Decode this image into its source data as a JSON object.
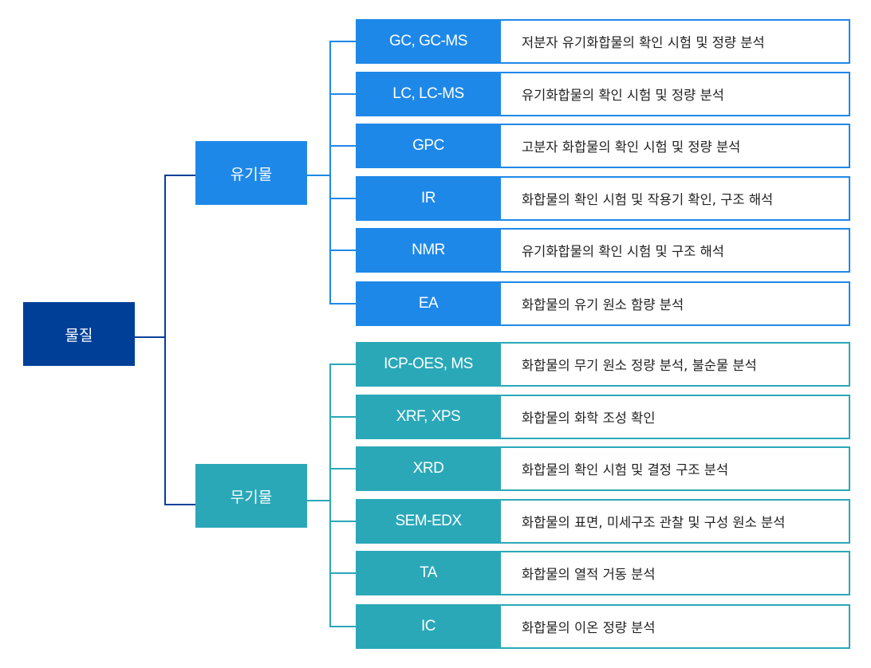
{
  "colors": {
    "root": "#003f98",
    "organic": "#1e88e8",
    "inorganic": "#2aa8b8"
  },
  "root": {
    "label": "물질"
  },
  "groups": [
    {
      "label": "유기물",
      "color_key": "organic",
      "items": [
        {
          "method": "GC, GC-MS",
          "description": "저분자 유기화합물의 확인 시험 및 정량 분석"
        },
        {
          "method": "LC, LC-MS",
          "description": "유기화합물의 확인 시험 및 정량 분석"
        },
        {
          "method": "GPC",
          "description": "고분자 화합물의 확인 시험 및 정량 분석"
        },
        {
          "method": "IR",
          "description": "화합물의 확인 시험 및 작용기 확인, 구조 해석"
        },
        {
          "method": "NMR",
          "description": "유기화합물의 확인 시험 및 구조 해석"
        },
        {
          "method": "EA",
          "description": "화합물의 유기 원소 함량 분석"
        }
      ]
    },
    {
      "label": "무기물",
      "color_key": "inorganic",
      "items": [
        {
          "method": "ICP-OES, MS",
          "description": "화합물의 무기 원소 정량 분석, 불순물 분석"
        },
        {
          "method": "XRF, XPS",
          "description": "화합물의 화학 조성 확인"
        },
        {
          "method": "XRD",
          "description": "화합물의 확인 시험 및 결정 구조 분석"
        },
        {
          "method": "SEM-EDX",
          "description": "화합물의 표면, 미세구조 관찰 및 구성 원소 분석"
        },
        {
          "method": "TA",
          "description": "화합물의 열적 거동 분석"
        },
        {
          "method": "IC",
          "description": "화합물의 이온 정량 분석"
        }
      ]
    }
  ]
}
